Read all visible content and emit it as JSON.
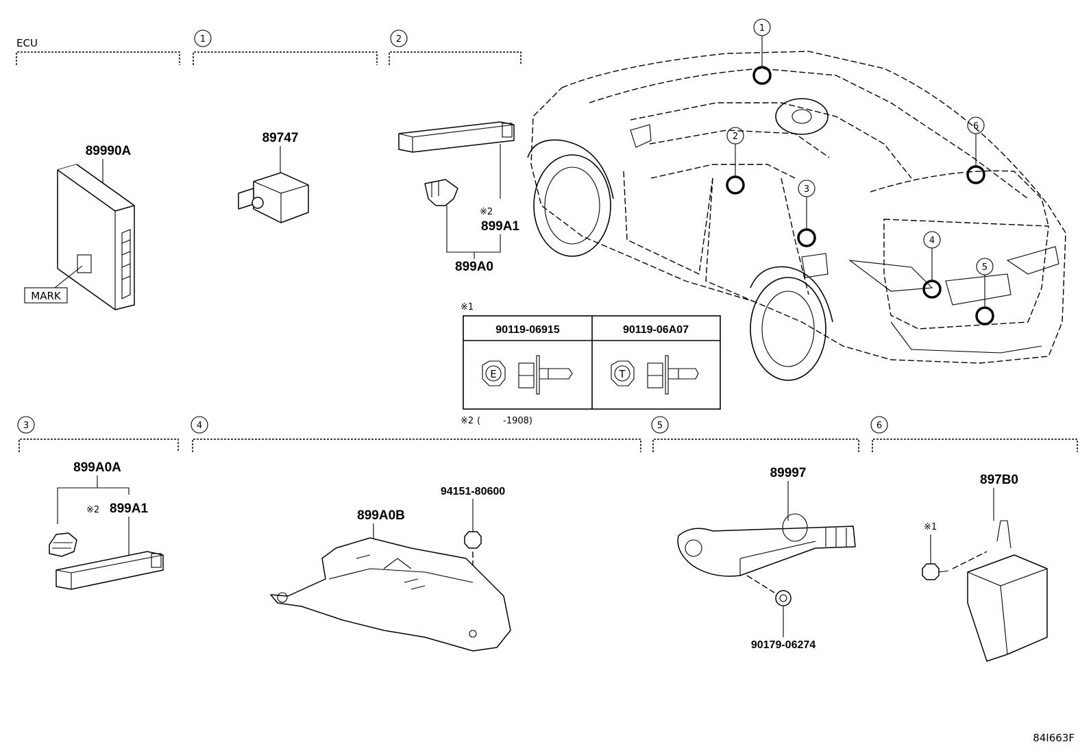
{
  "sections": {
    "ecu": {
      "header": "ECU",
      "part": "89990A",
      "mark_label": "MARK"
    },
    "s1": {
      "num": "1",
      "part": "89747"
    },
    "s2": {
      "num": "2",
      "part_a": "899A0",
      "part_b": "899A1",
      "note_b": "※2"
    },
    "s3": {
      "num": "3",
      "part_a": "899A0A",
      "part_b": "899A1",
      "note_b": "※2"
    },
    "s4": {
      "num": "4",
      "part_a": "899A0B",
      "part_b": "94151-80600"
    },
    "s5": {
      "num": "5",
      "part_a": "89997",
      "part_b": "90179-06274"
    },
    "s6": {
      "num": "6",
      "part": "897B0",
      "note": "※1"
    }
  },
  "vehicle_callouts": [
    "1",
    "2",
    "3",
    "4",
    "5",
    "6"
  ],
  "note1": {
    "marker": "※1",
    "columns": [
      {
        "part": "90119-06915",
        "symbol": "E"
      },
      {
        "part": "90119-06A07",
        "symbol": "T"
      }
    ]
  },
  "note2": {
    "marker": "※2",
    "text": "(        -1908)"
  },
  "figure_code": "84I663F"
}
